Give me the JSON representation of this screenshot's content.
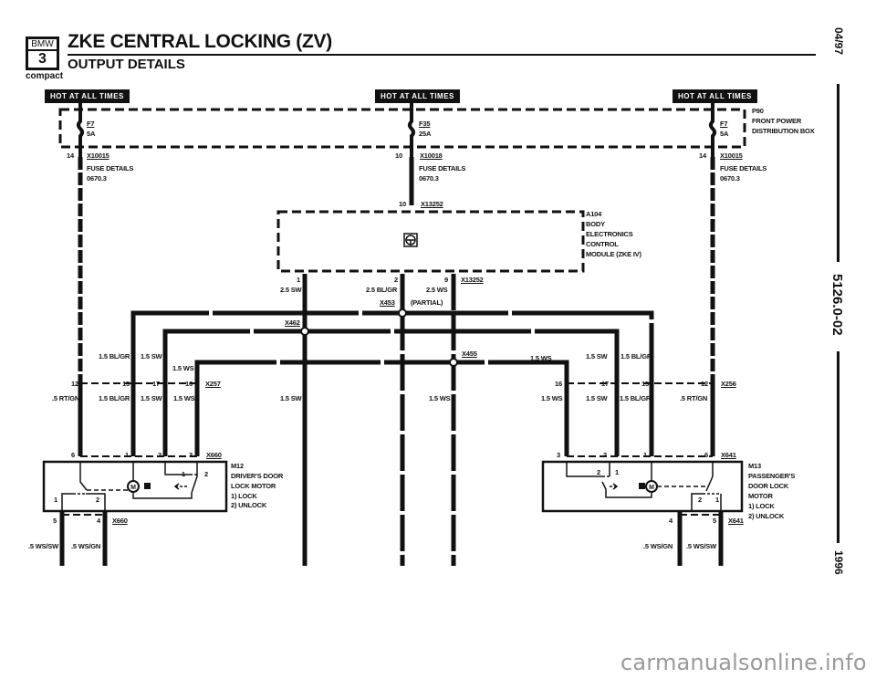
{
  "header": {
    "logo_brand": "BMW",
    "logo_series": "3",
    "logo_model": "compact",
    "title": "ZKE CENTRAL LOCKING (ZV)",
    "subtitle": "OUTPUT DETAILS"
  },
  "side_margin": {
    "date": "04/97",
    "doc_number": "5126.0-02",
    "year": "1996"
  },
  "power_labels": [
    "HOT AT ALL TIMES",
    "HOT AT ALL TIMES",
    "HOT AT ALL TIMES"
  ],
  "fuse_box": {
    "id": "P90",
    "name_line1": "FRONT POWER",
    "name_line2": "DISTRIBUTION BOX",
    "fuses": [
      {
        "id": "F7",
        "rating": "5A"
      },
      {
        "id": "F35",
        "rating": "25A"
      },
      {
        "id": "F7",
        "rating": "5A"
      }
    ]
  },
  "fuse_connectors": [
    {
      "pin": "14",
      "id": "X10015",
      "detail": "FUSE DETAILS",
      "ref": "0670.3"
    },
    {
      "pin": "10",
      "id": "X10018",
      "detail": "FUSE DETAILS",
      "ref": "0670.3"
    },
    {
      "pin": "14",
      "id": "X10015",
      "detail": "FUSE DETAILS",
      "ref": "0670.3"
    }
  ],
  "module": {
    "id": "A104",
    "line1": "BODY",
    "line2": "ELECTRONICS",
    "line3": "CONTROL",
    "line4": "MODULE (ZKE IV)",
    "input_pin": "10",
    "input_connector": "X13252",
    "output_connector": "X13252",
    "outputs": [
      {
        "pin": "1",
        "wire": "2.5 SW"
      },
      {
        "pin": "2",
        "wire": "2.5 BL/GR"
      },
      {
        "pin": "9",
        "wire": "2.5 WS"
      }
    ]
  },
  "splices": {
    "x453": "X453",
    "x453_note": "(PARTIAL)",
    "x462": "X462",
    "x455": "X455"
  },
  "left_side": {
    "wires_above": [
      "1.5 BL/GR",
      "1.5 SW",
      "1.5 WS"
    ],
    "connector": "X257",
    "pins": [
      "12",
      "15",
      "17",
      "16"
    ],
    "wires_below": [
      ".5 RT/GN",
      "1.5 BL/GR",
      "1.5 SW",
      "1.5 WS"
    ],
    "center_wire": "1.5 SW",
    "motor_connector": "X660",
    "motor_pins_top": [
      "6",
      "1",
      "2",
      "3"
    ],
    "motor_pins_bottom": [
      "5",
      "4"
    ],
    "switch_pins": [
      "1",
      "2"
    ],
    "aux_pins": [
      "1",
      "2"
    ],
    "bottom_wires": [
      ".5 WS/SW",
      ".5 WS/GN"
    ],
    "motor": {
      "id": "M12",
      "line1": "DRIVER'S DOOR",
      "line2": "LOCK MOTOR",
      "mode1": "1)  LOCK",
      "mode2": "2)  UNLOCK"
    }
  },
  "right_side": {
    "wires_above": [
      "1.5 WS",
      "1.5 SW",
      "1.5 BL/GR"
    ],
    "connector": "X256",
    "pins": [
      "16",
      "17",
      "15",
      "12"
    ],
    "wires_below": [
      "1.5 WS",
      "1.5 SW",
      "1.5 BL/GR",
      ".5 RT/GN"
    ],
    "center_wire": "1.5 WS",
    "motor_connector": "X641",
    "motor_pins_top": [
      "3",
      "2",
      "1",
      "6"
    ],
    "motor_pins_bottom": [
      "4",
      "5"
    ],
    "switch_pins": [
      "2",
      "1"
    ],
    "aux_pins": [
      "2",
      "1"
    ],
    "bottom_wires": [
      ".5 WS/GN",
      ".5 WS/SW"
    ],
    "motor": {
      "id": "M13",
      "line1": "PASSENGER'S",
      "line2": "DOOR LOCK",
      "line3": "MOTOR",
      "mode1": "1)  LOCK",
      "mode2": "2)  UNLOCK"
    }
  },
  "watermark": "carmanualsonline.info"
}
